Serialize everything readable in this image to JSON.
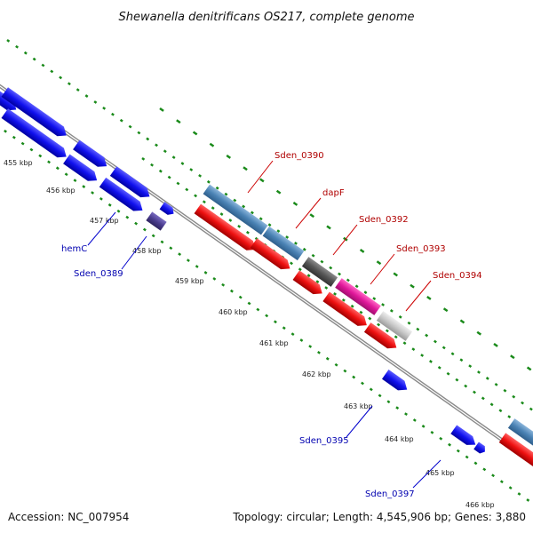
{
  "title": "Shewanella denitrificans OS217, complete genome",
  "footer": {
    "accession": "Accession: NC_007954",
    "summary": "Topology: circular; Length: 4,545,906 bp; Genes: 3,880"
  },
  "scale": {
    "ticks": [
      {
        "label": "455 kbp"
      },
      {
        "label": "456 kbp"
      },
      {
        "label": "457 kbp"
      },
      {
        "label": "458 kbp"
      },
      {
        "label": "459 kbp"
      },
      {
        "label": "460 kbp"
      },
      {
        "label": "461 kbp"
      },
      {
        "label": "462 kbp"
      },
      {
        "label": "463 kbp"
      },
      {
        "label": "464 kbp"
      },
      {
        "label": "465 kbp"
      },
      {
        "label": "466 kbp"
      }
    ]
  },
  "gene_labels": {
    "sden_0390": "Sden_0390",
    "dapf": "dapF",
    "sden_0392": "Sden_0392",
    "sden_0393": "Sden_0393",
    "sden_0394": "Sden_0394",
    "hemc": "hemC",
    "sden_0389": "Sden_0389",
    "sden_0395": "Sden_0395",
    "sden_0397": "Sden_0397"
  },
  "colors": {
    "backbone": "#8a8a8a",
    "tick_green": "#1a8a1a",
    "forward_red": "#ee1111",
    "reverse_blue": "#1111ee",
    "steel_blue": "#4a82b4",
    "dark_gray": "#555555",
    "magenta": "#e0179a",
    "light_gray": "#c8c8c8",
    "indigo": "#4b3d8f"
  }
}
